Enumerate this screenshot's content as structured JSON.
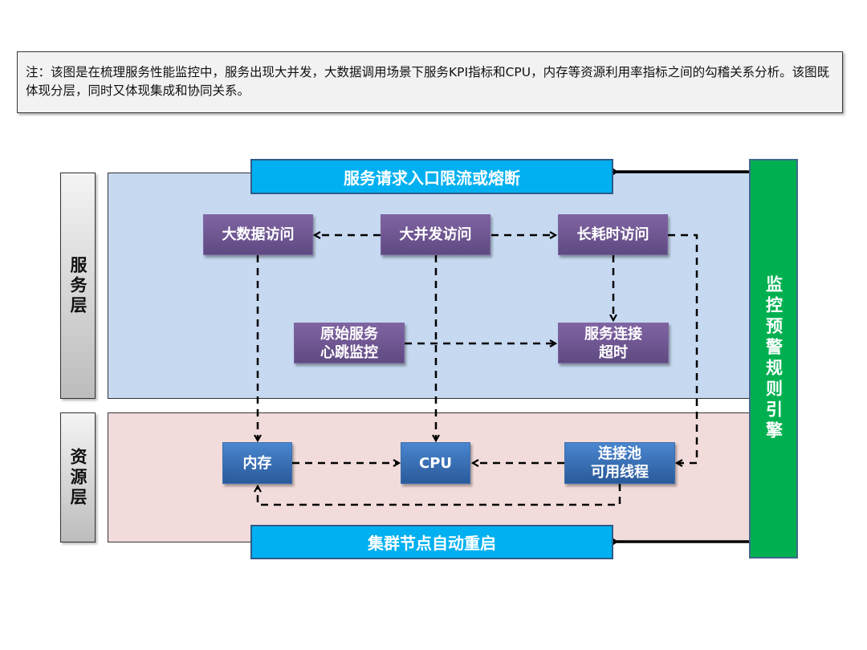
{
  "note": {
    "text": "注：该图是在梳理服务性能监控中，服务出现大并发，大数据调用场景下服务KPI指标和CPU，内存等资源利用率指标之间的勾稽关系分析。该图既体现分层，同时又体现集成和协同关系。"
  },
  "layers": {
    "service": "服务层",
    "resource": "资源层"
  },
  "bars": {
    "top": "服务请求入口限流或熔断",
    "bottom": "集群节点自动重启"
  },
  "engine": {
    "label": "监控预警规则引擎"
  },
  "nodes": {
    "big_data_access": "大数据访问",
    "high_concurrency_access": "大并发访问",
    "long_duration_access": "长耗时访问",
    "heartbeat_monitor": "原始服务\n心跳监控",
    "connection_timeout": "服务连接\n超时",
    "memory": "内存",
    "cpu": "CPU",
    "connection_pool": "连接池\n可用线程"
  },
  "colors": {
    "service_panel": "#c6d9f0",
    "resource_panel": "#f2dcdb",
    "action_bar": "#00b0f0",
    "engine": "#00b050",
    "service_node": "#8064a2",
    "resource_node": "#3a72b8"
  }
}
